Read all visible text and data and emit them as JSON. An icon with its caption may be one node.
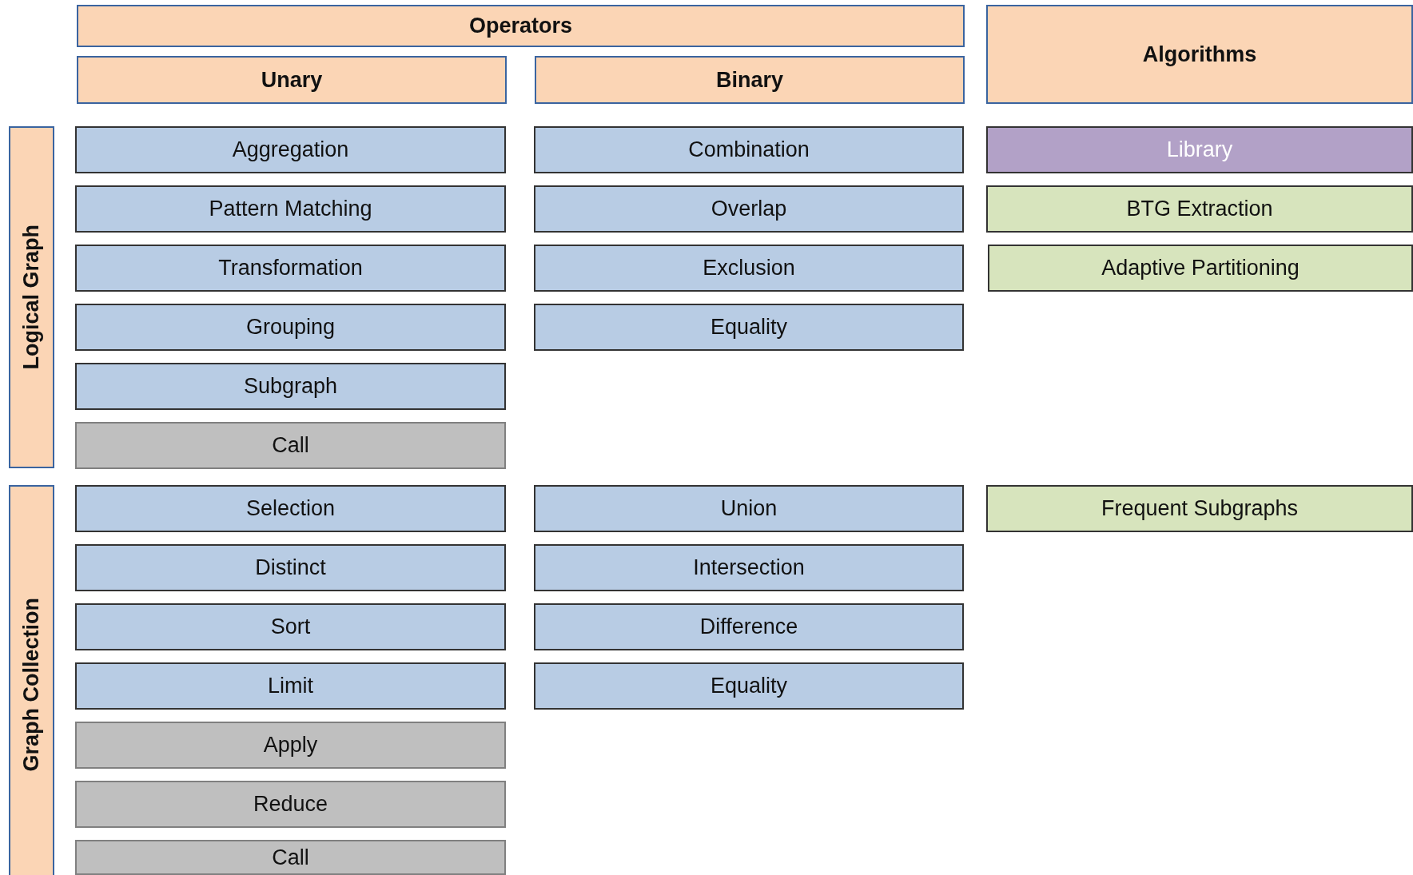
{
  "diagram": {
    "nodes": [
      {
        "text": [
          "Operators"
        ]
      },
      {
        "text": [
          "Algorithms"
        ]
      },
      {
        "text": [
          "Unary"
        ]
      },
      {
        "text": [
          "Binary"
        ]
      },
      {
        "text": [
          "Logical Graph"
        ]
      },
      {
        "text": [
          "Aggregation"
        ]
      },
      {
        "text": [
          "Combination"
        ]
      },
      {
        "text": [
          "Library"
        ]
      },
      {
        "text": [
          "Pattern Matching"
        ]
      },
      {
        "text": [
          "Overlap"
        ]
      },
      {
        "text": [
          "BTG Extraction"
        ]
      },
      {
        "text": [
          "Transformation"
        ]
      },
      {
        "text": [
          "Exclusion"
        ]
      },
      {
        "text": [
          "Adaptive Partitioning"
        ]
      },
      {
        "text": [
          "Grouping"
        ]
      },
      {
        "text": [
          "Equality"
        ]
      },
      {
        "text": [
          "Subgraph"
        ]
      },
      {
        "text": [
          "Call"
        ]
      },
      {
        "text": [
          "Graph Collection"
        ]
      },
      {
        "text": [
          "Selection"
        ]
      },
      {
        "text": [
          "Union"
        ]
      },
      {
        "text": [
          "Frequent Subgraphs"
        ]
      },
      {
        "text": [
          "Distinct"
        ]
      },
      {
        "text": [
          "Intersection"
        ]
      },
      {
        "text": [
          "Sort"
        ]
      },
      {
        "text": [
          "Difference"
        ]
      },
      {
        "text": [
          "Limit"
        ]
      },
      {
        "text": [
          "Equality"
        ]
      },
      {
        "text": [
          "Apply"
        ]
      },
      {
        "text": [
          "Reduce"
        ]
      },
      {
        "text": [
          "Call"
        ]
      }
    ]
  }
}
